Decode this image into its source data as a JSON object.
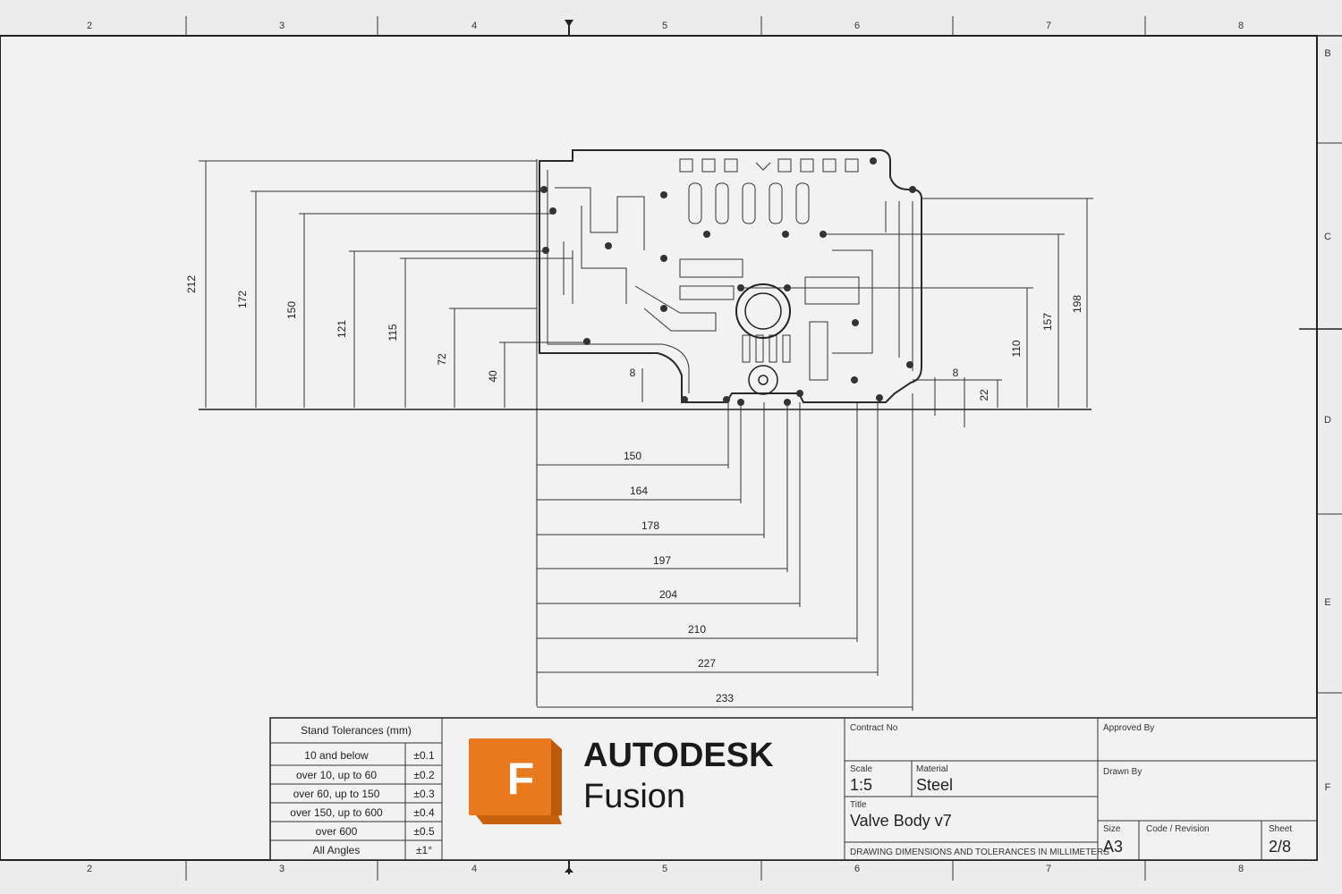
{
  "drawing": {
    "border_zones": {
      "top": [
        "2",
        "3",
        "4",
        "5",
        "6",
        "7",
        "8"
      ],
      "bottom": [
        "2",
        "3",
        "4",
        "5",
        "6",
        "7",
        "8"
      ],
      "right": [
        "B",
        "C",
        "D",
        "E",
        "F"
      ]
    },
    "vertical_dims_left": [
      "212",
      "172",
      "150",
      "121",
      "115",
      "72",
      "40"
    ],
    "vertical_dims_right": [
      "198",
      "157",
      "110",
      "8",
      "22"
    ],
    "small_dim": "8",
    "horizontal_dims": [
      "150",
      "164",
      "178",
      "197",
      "204",
      "210",
      "227",
      "233"
    ]
  },
  "title_block": {
    "tolerance": {
      "header": "Stand Tolerances (mm)",
      "rows": [
        {
          "range": "10 and below",
          "value": "±0.1"
        },
        {
          "range": "over 10, up to 60",
          "value": "±0.2"
        },
        {
          "range": "over 60, up to 150",
          "value": "±0.3"
        },
        {
          "range": "over 150, up to 600",
          "value": "±0.4"
        },
        {
          "range": "over 600",
          "value": "±0.5"
        },
        {
          "range": "All Angles",
          "value": "±1°"
        }
      ]
    },
    "brand": {
      "logo_letter": "F",
      "title": "AUTODESK",
      "subtitle": "Fusion",
      "accent": "#e8791e"
    },
    "fields": {
      "contract_label": "Contract No",
      "approved_label": "Approved By",
      "scale_label": "Scale",
      "scale_value": "1:5",
      "material_label": "Material",
      "material_value": "Steel",
      "drawn_label": "Drawn By",
      "title_label": "Title",
      "title_value": "Valve Body v7",
      "note": "DRAWING DIMENSIONS AND TOLERANCES IN MILLIMETERS",
      "size_label": "Size",
      "size_value": "A3",
      "code_label": "Code / Revision",
      "sheet_label": "Sheet",
      "sheet_value": "2/8"
    }
  }
}
